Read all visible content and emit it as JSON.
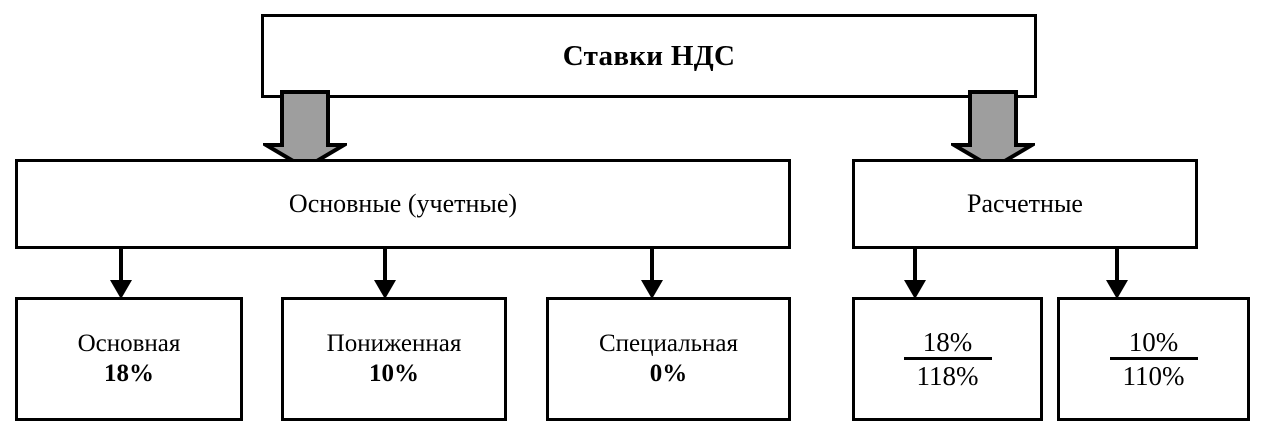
{
  "diagram": {
    "kind": "hierarchy-tree",
    "title": "Ставки НДС",
    "colors": {
      "stroke": "#000000",
      "background": "#ffffff",
      "block_arrow_fill": "#9e9e9e",
      "block_arrow_stroke": "#000000",
      "text": "#000000"
    },
    "root": {
      "label": "Ставки НДС"
    },
    "groups": [
      {
        "id": "osnovnye",
        "label": "Основные (учетные)",
        "children": [
          {
            "id": "osnovnaya",
            "name": "Основная",
            "rate": "18%"
          },
          {
            "id": "ponizhennaya",
            "name": "Пониженная",
            "rate": "10%"
          },
          {
            "id": "specialnaya",
            "name": "Специальная",
            "rate": "0%"
          }
        ]
      },
      {
        "id": "raschetnye",
        "label": "Расчетные",
        "children": [
          {
            "id": "rate-18-118",
            "numerator": "18%",
            "denominator": "118%"
          },
          {
            "id": "rate-10-110",
            "numerator": "10%",
            "denominator": "110%"
          }
        ]
      }
    ],
    "connectors": {
      "block_arrows": [
        {
          "id": "root-to-osnovnye",
          "from": "Ставки НДС",
          "to": "Основные (учетные)"
        },
        {
          "id": "root-to-raschetnye",
          "from": "Ставки НДС",
          "to": "Расчетные"
        }
      ],
      "thin_arrows": [
        {
          "id": "osnovnye-to-osnovnaya"
        },
        {
          "id": "osnovnye-to-ponizhennaya"
        },
        {
          "id": "osnovnye-to-specialnaya"
        },
        {
          "id": "raschetnye-to-18-118"
        },
        {
          "id": "raschetnye-to-10-110"
        }
      ]
    }
  }
}
